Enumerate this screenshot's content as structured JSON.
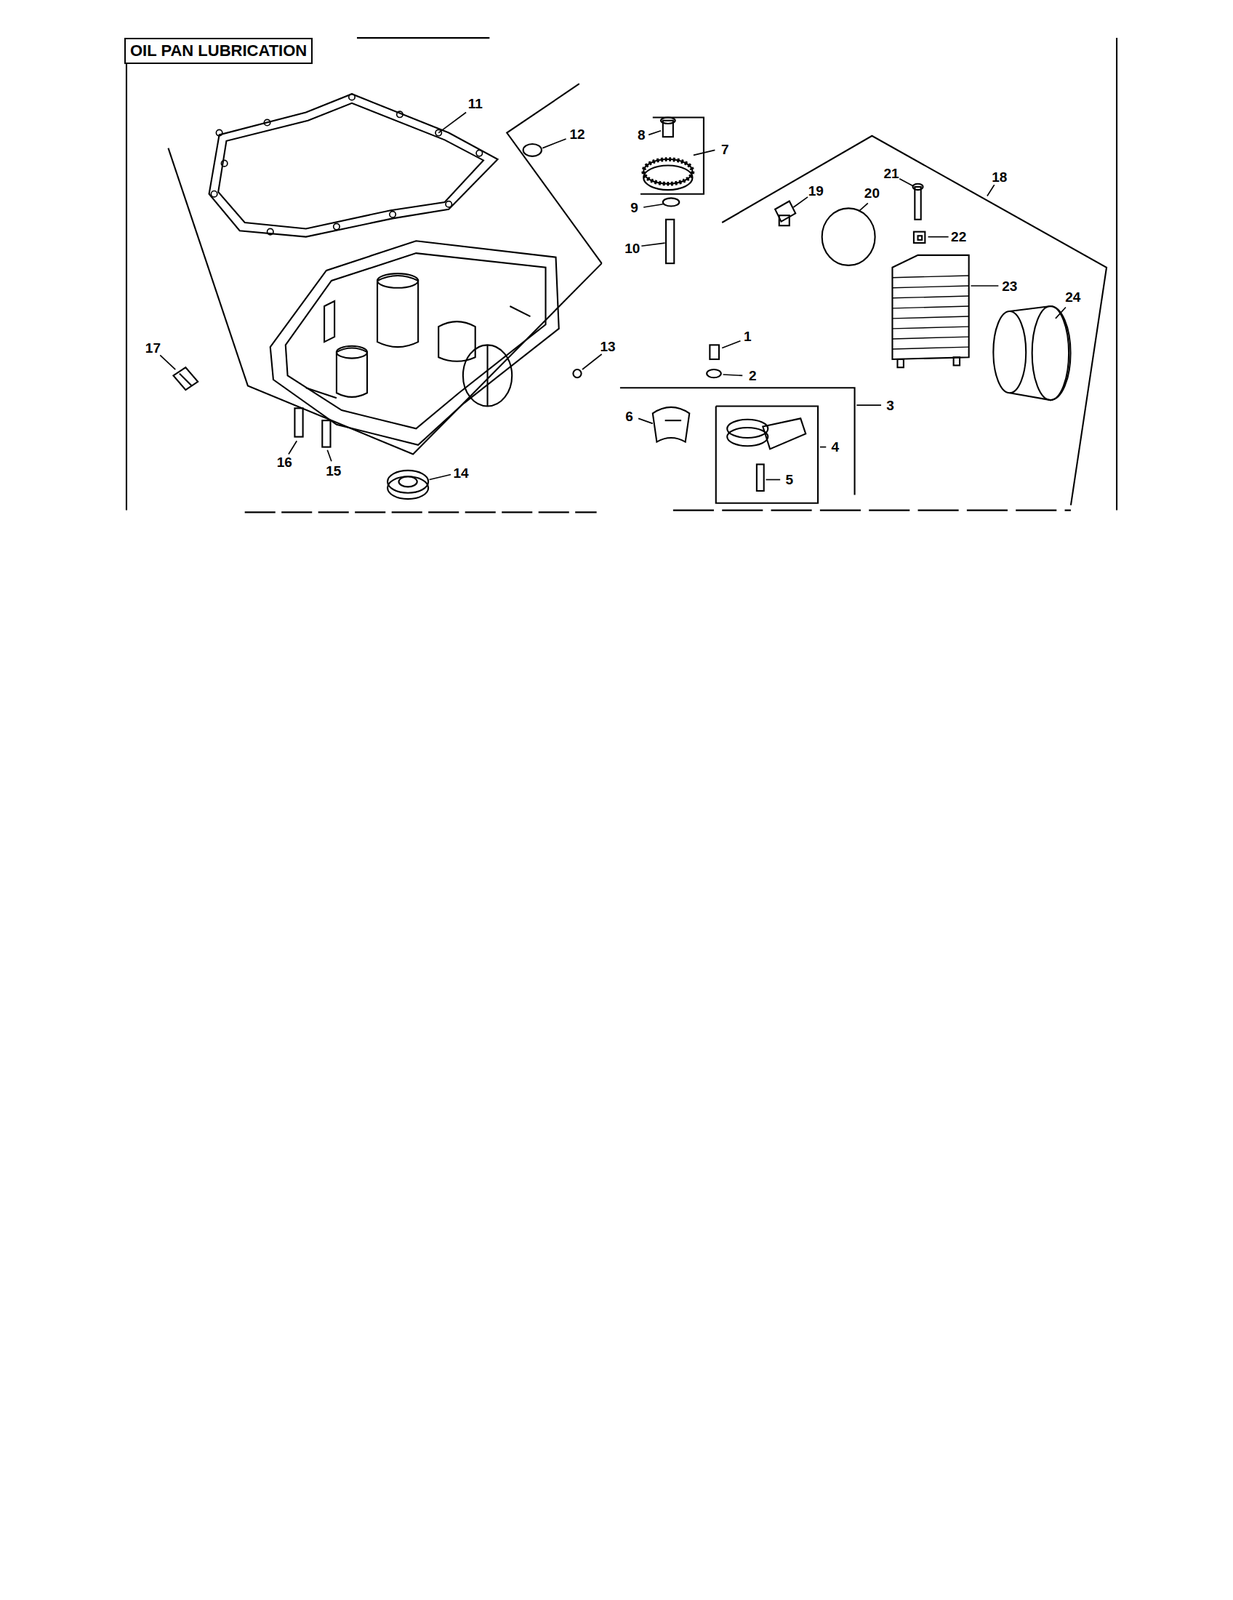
{
  "diagram": {
    "title": "OIL PAN LUBRICATION",
    "labels": [
      "11",
      "12",
      "8",
      "7",
      "21",
      "18",
      "19",
      "20",
      "9",
      "22",
      "10",
      "23",
      "24",
      "1",
      "13",
      "17",
      "2",
      "3",
      "6",
      "4",
      "16",
      "15",
      "14",
      "5"
    ]
  }
}
